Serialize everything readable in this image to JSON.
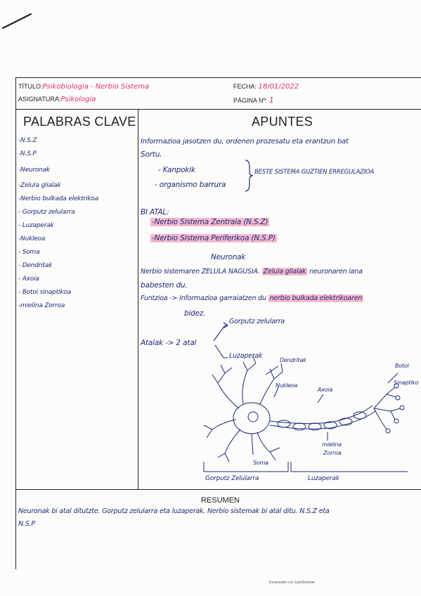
{
  "header": {
    "titulo_label": "TÍTULO:",
    "titulo_value": "Psikobiologia - Nerbio Sistema",
    "fecha_label": "FECHA:",
    "fecha_value": "18/01/2022",
    "asignatura_label": "ASIGNATURA:",
    "asignatura_value": "Psikologia",
    "pagina_label": "PÁGINA Nº:",
    "pagina_value": "1"
  },
  "columns": {
    "left_title": "PALABRAS CLAVE",
    "right_title": "APUNTES"
  },
  "keywords": [
    "-N.S.Z",
    "-N.S.P",
    "-Neuronak",
    "-Zelula glialak",
    "-Nerbio bulkada elektrikoa",
    "- Gorputz zelularra",
    "- Luzaperak",
    "-Nukleoa",
    "- Soma",
    "- Dendritak",
    "- Axoia",
    "- Botoi sinaptikoa",
    "-mielina Zorroa"
  ],
  "notes": {
    "line1": "Informazioa jasotzen du, ordenen prozesatu eta erantzun bat",
    "line2": "Sortu.",
    "brace_item1": "- Kanpokik",
    "brace_item2": "- organismo barrura",
    "brace_text": "BESTE SISTEMA GUZTIEN ERREGULAZIOA",
    "biatal": "BI ATAL:",
    "part1": "-Nerbio Sistema Zentrala (N.S.Z)",
    "part2": "-Nerbio Sistema Periferikoa (N.S.P)",
    "neuronak_heading": "Neuronak",
    "nerbio_line_a": "Nerbio sistemaren ZELULA NAGUSIA.",
    "nerbio_line_hl": "Zelula glialak",
    "nerbio_line_b": "neuronaren lana",
    "babesten": "babesten du.",
    "funtzioa_a": "Funtzioa -> Informazioa garraiatzen du",
    "funtzioa_hl": "nerbio bulkada elektrikoaren",
    "bidez": "bidez.",
    "atalak": "Atalak -> 2 atal",
    "branch1": "Gorputz zelularra",
    "branch2": "Luzaperak"
  },
  "diagram": {
    "dendritak": "Dendritak",
    "nukleoa": "Nukleoa",
    "axoia": "Axoia",
    "botoi": "Botoi",
    "sinaptikoa": "Sinaptiko",
    "mielina": "mielina",
    "zorroa": "Zorroa",
    "soma": "Soma",
    "gorputz": "Gorputz Zelularra",
    "luzaperak": "Luzaperak"
  },
  "resumen": {
    "title": "RESUMEN",
    "line1": "Neuronak bi atal ditutzte. Gorputz zelularra eta luzaperak. Nerbio sistemak bi atal ditu. N.S.Z eta",
    "line2": "N.S.P"
  },
  "footer": {
    "scanner": "Escaneado con CamScanner"
  }
}
